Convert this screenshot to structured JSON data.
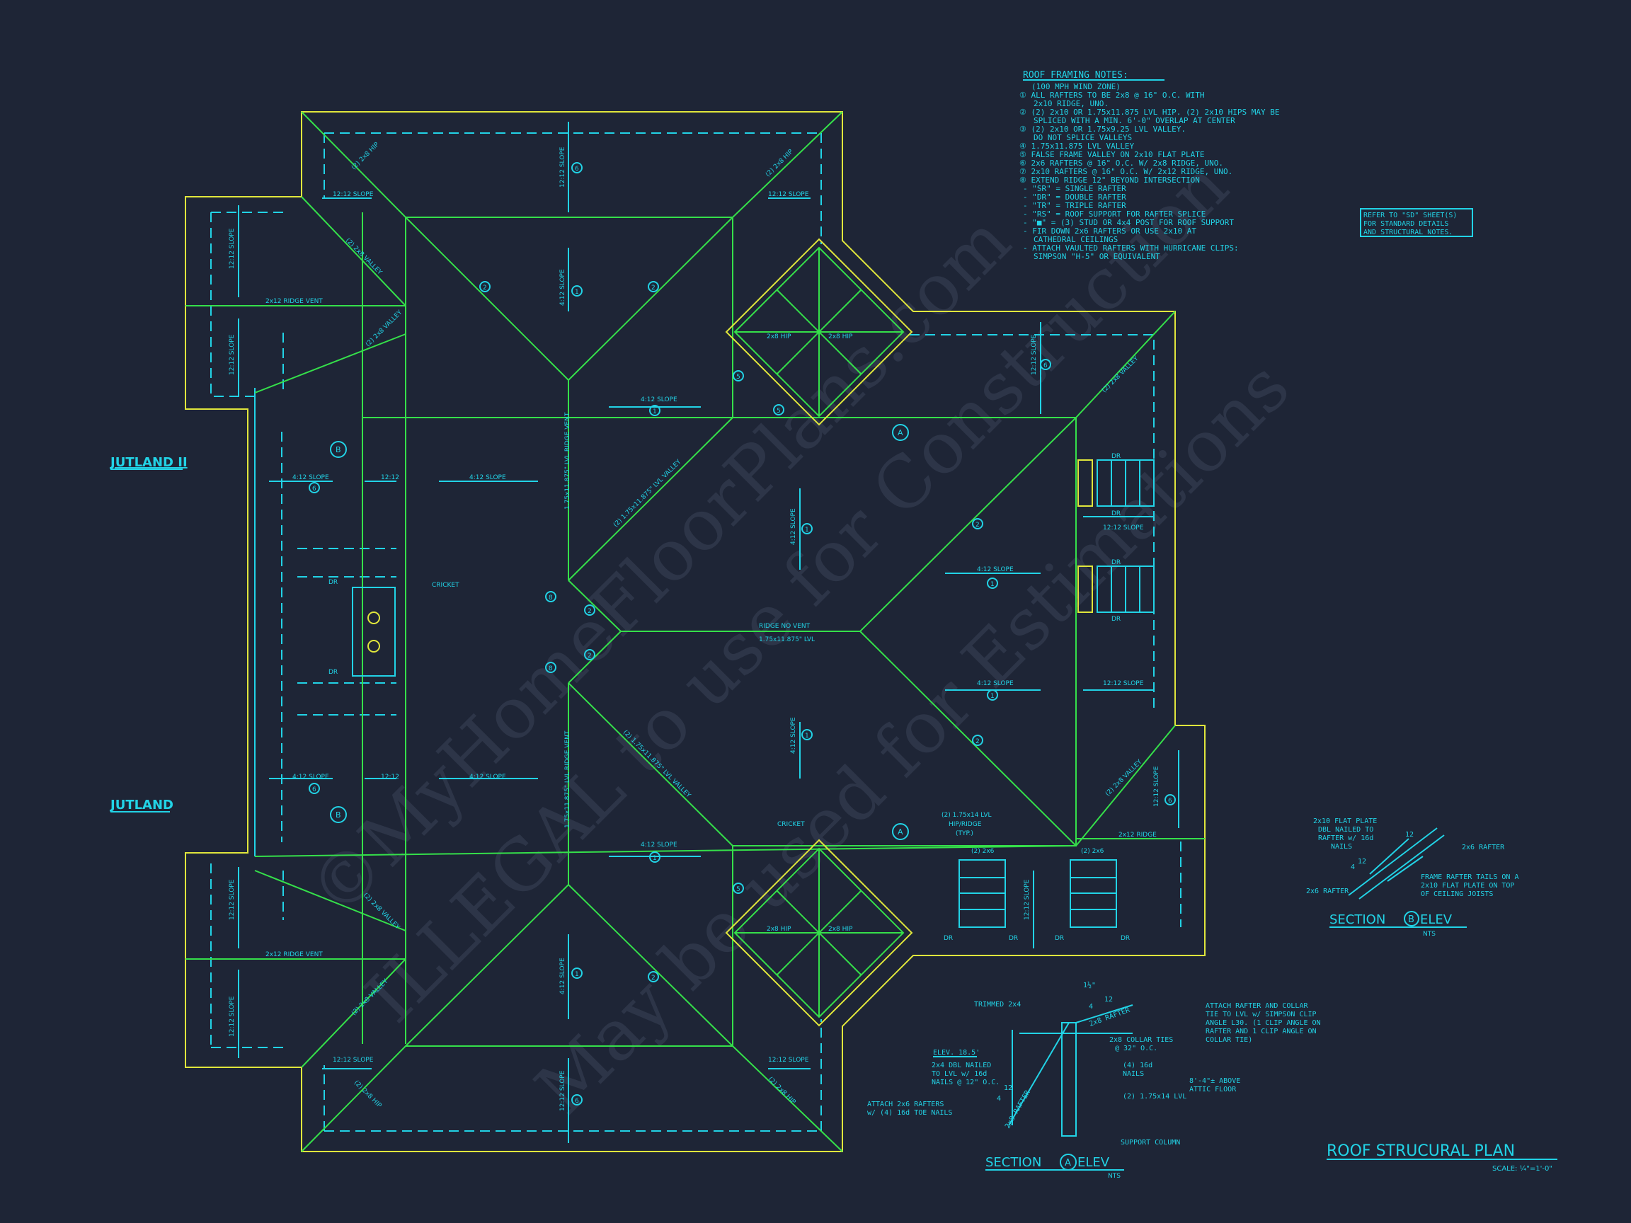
{
  "notes": {
    "title": "ROOF FRAMING NOTES:",
    "lines": [
      "(100 MPH WIND ZONE)",
      "① ALL RAFTERS TO BE 2x8 @ 16\" O.C. WITH",
      "2x10 RIDGE, UNO.",
      "② (2) 2x10 OR 1.75x11.875 LVL HIP. (2) 2x10 HIPS MAY BE",
      "SPLICED WITH A MIN. 6'-0\" OVERLAP AT CENTER",
      "③ (2) 2x10 OR 1.75x9.25 LVL VALLEY.",
      "DO NOT SPLICE VALLEYS",
      "④ 1.75x11.875 LVL VALLEY",
      "⑤ FALSE FRAME VALLEY ON 2x10 FLAT PLATE",
      "⑥ 2x6 RAFTERS @ 16\" O.C. W/ 2x8 RIDGE, UNO.",
      "⑦ 2x10 RAFTERS @ 16\" O.C. W/ 2x12 RIDGE, UNO.",
      "⑧ EXTEND RIDGE 12\" BEYOND INTERSECTION",
      "- \"SR\" = SINGLE RAFTER",
      "- \"DR\" = DOUBLE RAFTER",
      "- \"TR\" = TRIPLE RAFTER",
      "- \"RS\" = ROOF SUPPORT FOR RAFTER SPLICE",
      "- \"■\" = (3) STUD OR 4x4 POST FOR ROOF SUPPORT",
      "- FIR DOWN 2x6 RAFTERS OR USE 2x10 AT",
      "CATHEDRAL CEILINGS",
      "- ATTACH VAULTED RAFTERS WITH HURRICANE CLIPS:",
      "SIMPSON \"H-5\" OR EQUIVALENT"
    ]
  },
  "refer_box": [
    "REFER TO \"SD\" SHEET(S)",
    "FOR STANDARD DETAILS",
    "AND STRUCTURAL NOTES."
  ],
  "labels": {
    "jutland2": "JUTLAND II",
    "jutland": "JUTLAND",
    "plan_title": "ROOF STRUCURAL PLAN",
    "plan_scale": "SCALE: ¼\"=1'-0\"",
    "section_a": "SECTION",
    "section_a_tag": "A",
    "section_a_elev": "ELEV",
    "section_b": "SECTION",
    "section_b_tag": "B",
    "section_b_elev": "ELEV",
    "nts": "NTS"
  },
  "plan_text": {
    "s12": "12:12 SLOPE",
    "s4": "4:12 SLOPE",
    "s1212": "12:12",
    "ridge_vent": "2x12 RIDGE VENT",
    "lvl_ridge": "1.75x11.875\" LVL RIDGE VENT",
    "lvl_valley": "(2) 1.75x11.875\" LVL VALLEY",
    "ridge_no_vent": "RIDGE NO VENT",
    "lvl": "1.75x11.875\" LVL",
    "cricket": "CRICKET",
    "hip_2x8": "(2) 2x8 HIP",
    "valley_2x8": "(2) 2x8 VALLEY",
    "hip_2x8_single": "2x8 HIP",
    "dr": "DR",
    "ridge_2x12": "2x12 RIDGE",
    "pair_2x6": "(2) 2x6",
    "lvl_hip_ridge": [
      "(2) 1.75x14 LVL",
      "HIP/RIDGE",
      "(TYP.)"
    ],
    "n1": "1",
    "n2": "2",
    "n6": "6",
    "n8": "8",
    "n5": "5",
    "a": "A",
    "b": "B"
  },
  "section_a_notes": {
    "trimmed": "TRIMMED 2x4",
    "elev": "ELEV. 18.5'",
    "dbl": [
      "2x4 DBL NAILED",
      "TO LVL w/ 16d",
      "NAILS @ 12\" O.C."
    ],
    "attach_2x6": [
      "ATTACH 2x6 RAFTERS",
      "w/ (4) 16d TOE NAILS"
    ],
    "rafter_2x8": "2x8 RAFTER",
    "rafter_2x8b": "2x8 RAFTER",
    "collar": [
      "2x8 COLLAR TIES",
      "@ 32\" O.C."
    ],
    "nails": [
      "(4) 16d",
      "NAILS"
    ],
    "lvl": "(2) 1.75x14 LVL",
    "support": "SUPPORT COLUMN",
    "attach_clip": [
      "ATTACH RAFTER AND COLLAR",
      "TIE TO LVL w/ SIMPSON CLIP",
      "ANGLE L30. (1 CLIP ANGLE ON",
      "RAFTER AND 1 CLIP ANGLE ON",
      "COLLAR TIE)"
    ],
    "above": [
      "8'-4\"± ABOVE",
      "ATTIC FLOOR"
    ],
    "half": "1½\"",
    "twelve": "12",
    "four": "4"
  },
  "section_b_notes": {
    "flat": [
      "2x10 FLAT PLATE",
      "DBL NAILED TO",
      "RAFTER w/ 16d",
      "NAILS"
    ],
    "rafter_2x6a": "2x6 RAFTER",
    "rafter_2x6b": "2x6 RAFTER",
    "frame": [
      "FRAME RAFTER TAILS ON A",
      "2x10 FLAT PLATE ON TOP",
      "OF CEILING JOISTS"
    ],
    "twelve": "12",
    "four": "4"
  },
  "watermark": [
    "©MyHomeFloorPlans.com",
    "ILLEGAL to use for Construction",
    "May be used for Estimations"
  ],
  "colors": {
    "background": "#1e2536",
    "cyan": "#22d3e6",
    "green": "#35e04a",
    "yellow": "#e0e63c"
  }
}
